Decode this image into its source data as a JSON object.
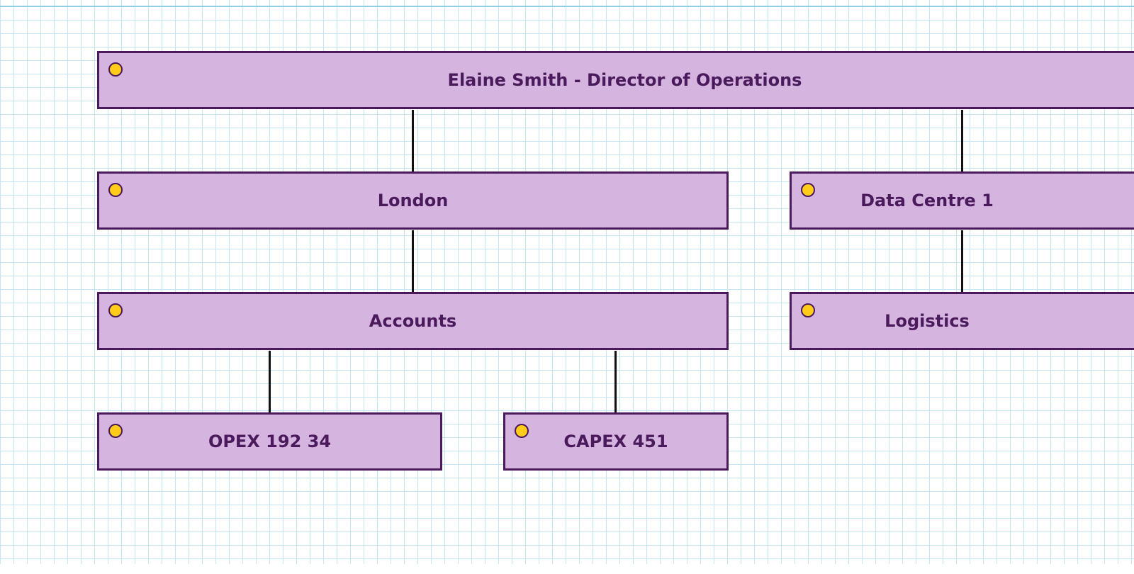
{
  "org_chart": {
    "nodes": [
      {
        "id": "director",
        "label": "Elaine Smith - Director of Operations"
      },
      {
        "id": "london",
        "label": "London"
      },
      {
        "id": "datacentre",
        "label": "Data Centre 1"
      },
      {
        "id": "accounts",
        "label": "Accounts"
      },
      {
        "id": "logistics",
        "label": "Logistics"
      },
      {
        "id": "opex",
        "label": "OPEX 192 34"
      },
      {
        "id": "capex",
        "label": "CAPEX 451"
      }
    ],
    "edges": [
      {
        "from": "director",
        "to": "london"
      },
      {
        "from": "director",
        "to": "datacentre"
      },
      {
        "from": "london",
        "to": "accounts"
      },
      {
        "from": "datacentre",
        "to": "logistics"
      },
      {
        "from": "accounts",
        "to": "opex"
      },
      {
        "from": "accounts",
        "to": "capex"
      }
    ],
    "colors": {
      "node_fill": "#d5b5e0",
      "node_border": "#4a1a5c",
      "node_text": "#4a1a5c",
      "indicator_dot": "#ffcc1a",
      "connector": "#111111",
      "grid": "#c6e6f2"
    }
  }
}
